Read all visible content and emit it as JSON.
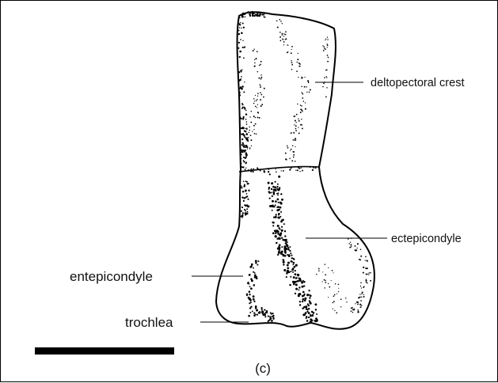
{
  "labels": {
    "deltopectoral_crest": "deltopectoral crest",
    "ectepicondyle": "ectepicondyle",
    "entepicondyle": "entepicondyle",
    "trochlea": "trochlea",
    "panel": "(c)"
  },
  "colors": {
    "ink": "#000000",
    "background": "#ffffff",
    "stipple": "#000000"
  },
  "scale_bar": {
    "shown": true,
    "label": ""
  }
}
